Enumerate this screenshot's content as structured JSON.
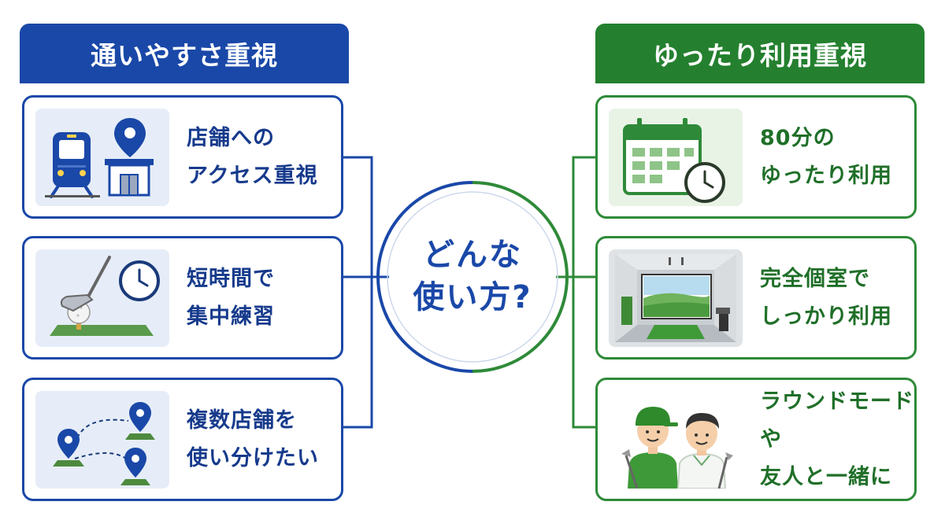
{
  "left_column": {
    "title": "通いやすさ重視",
    "cards": [
      {
        "line1": "店舗への",
        "line2": "アクセス重視",
        "icon": "train-station-pin-icon"
      },
      {
        "line1": "短時間で",
        "line2": "集中練習",
        "icon": "golf-club-clock-icon"
      },
      {
        "line1": "複数店舗を",
        "line2": "使い分けたい",
        "icon": "multiple-locations-icon"
      }
    ]
  },
  "right_column": {
    "title": "ゆったり利用重視",
    "cards": [
      {
        "line1": "80分の",
        "line2": "ゆったり利用",
        "icon": "calendar-clock-icon"
      },
      {
        "line1": "完全個室で",
        "line2": "しっかり利用",
        "icon": "private-golf-room-icon"
      },
      {
        "line1": "ラウンドモードや",
        "line2": "友人と一緒に",
        "icon": "two-golfers-icon"
      }
    ]
  },
  "center": {
    "line1": "どんな",
    "line2": "使い方?"
  },
  "colors": {
    "blue": "#1a48a8",
    "green": "#24802f",
    "blue_light": "#e6edf8",
    "green_light": "#e8f3e6"
  }
}
